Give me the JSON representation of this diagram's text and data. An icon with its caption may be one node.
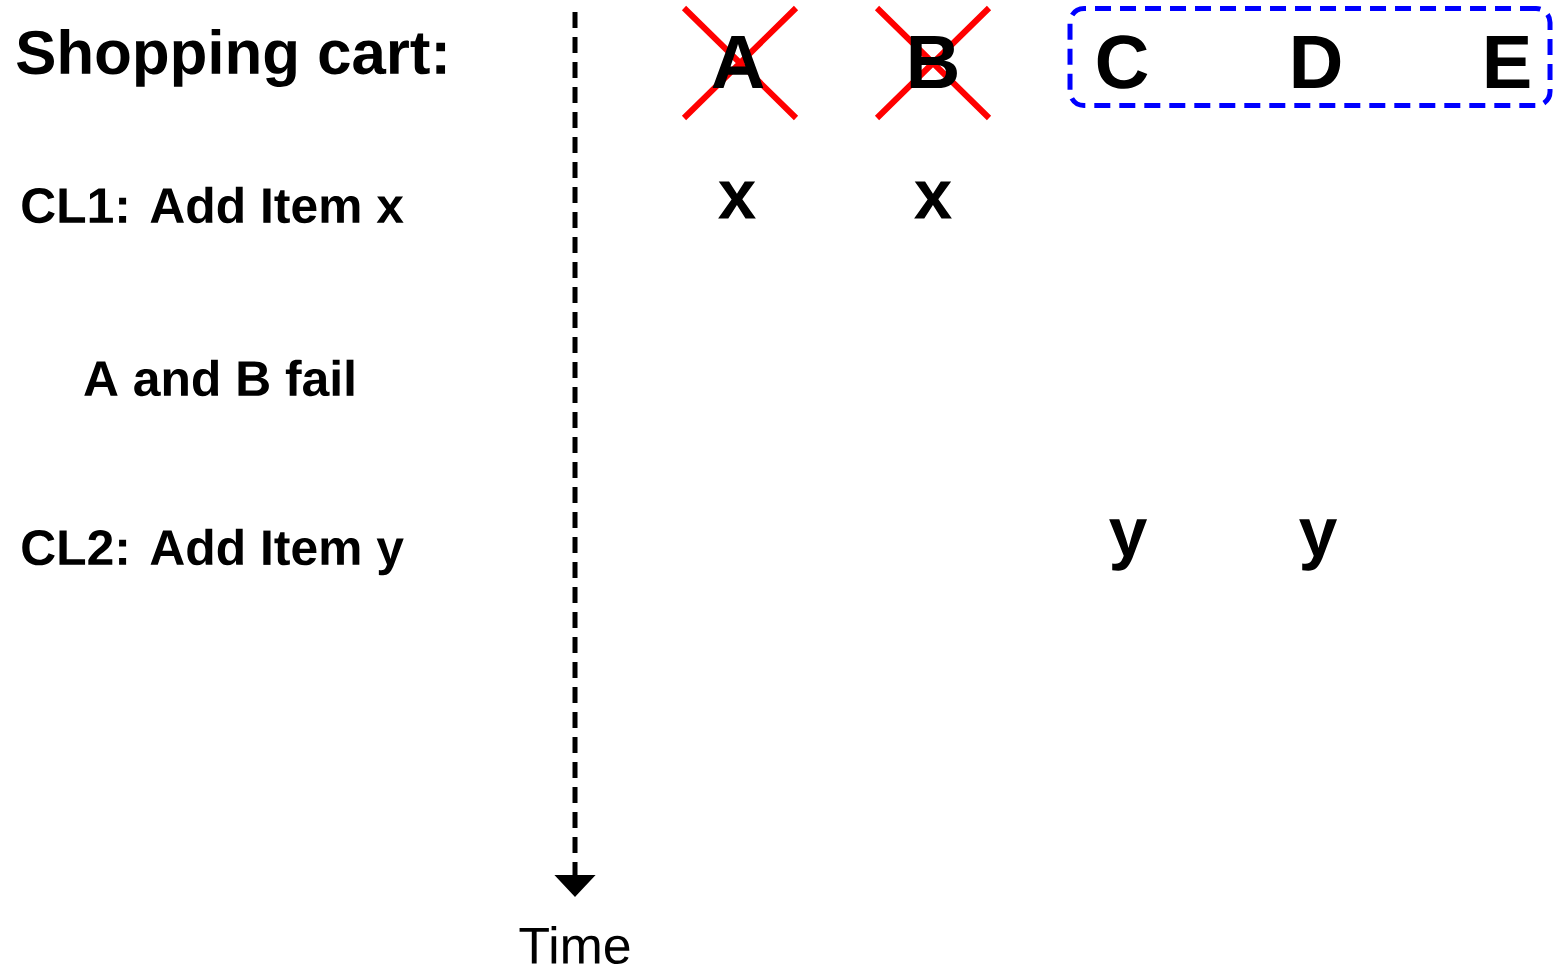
{
  "diagram": {
    "nodes": [
      {
        "text": [
          "C",
          "D",
          "E"
        ]
      }
    ],
    "labels": [
      "Shopping cart:",
      "A",
      "B",
      "CL1: Add Item x",
      "x",
      "x",
      "A and B fail",
      "CL2: Add Item y",
      "y",
      "y",
      "Time"
    ]
  }
}
